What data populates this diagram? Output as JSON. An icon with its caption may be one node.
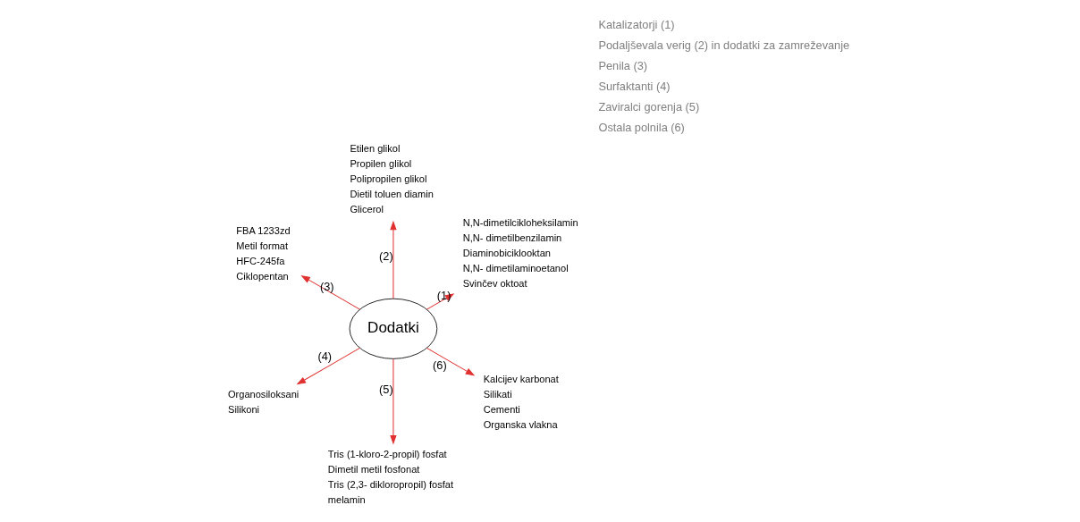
{
  "diagram": {
    "nodes": [
      {
        "text": [
          "Dodatki"
        ]
      },
      {
        "text": [
          "N,N-dimetilcikloheksilamin",
          "N,N- dimetilbenzilamin",
          "Diaminobiciklooktan",
          "N,N- dimetilaminoetanol",
          "Svinčev oktoat"
        ]
      },
      {
        "text": [
          "Etilen glikol",
          "Propilen glikol",
          "Polipropilen glikol",
          "Dietil toluen diamin",
          "Glicerol"
        ]
      },
      {
        "text": [
          "FBA 1233zd",
          "Metil format",
          "HFC-245fa",
          "Ciklopentan"
        ]
      },
      {
        "text": [
          "Organosiloksani",
          "Silikoni"
        ]
      },
      {
        "text": [
          "Tris (1-kloro-2-propil) fosfat",
          "Dimetil metil fosfonat",
          "Tris (2,3- dikloropropil) fosfat",
          "melamin"
        ]
      },
      {
        "text": [
          "Kalcijev karbonat",
          "Silikati",
          "Cementi",
          "Organska vlakna"
        ]
      }
    ],
    "edges": [
      {
        "from": 0,
        "to": 1,
        "arrow": "to",
        "label": "(1)"
      },
      {
        "from": 0,
        "to": 2,
        "arrow": "to",
        "label": "(2)"
      },
      {
        "from": 0,
        "to": 3,
        "arrow": "to",
        "label": "(3)"
      },
      {
        "from": 0,
        "to": 4,
        "arrow": "to",
        "label": "(4)"
      },
      {
        "from": 0,
        "to": 5,
        "arrow": "to",
        "label": "(5)"
      },
      {
        "from": 0,
        "to": 6,
        "arrow": "to",
        "label": "(6)"
      }
    ],
    "labels": [
      "Katalizatorji (1)",
      "Podaljševala verig (2) in dodatki za zamreževanje",
      "Penila (3)",
      "Surfaktanti (4)",
      "Zaviralci gorenja (5)",
      "Ostala polnila (6)"
    ]
  }
}
